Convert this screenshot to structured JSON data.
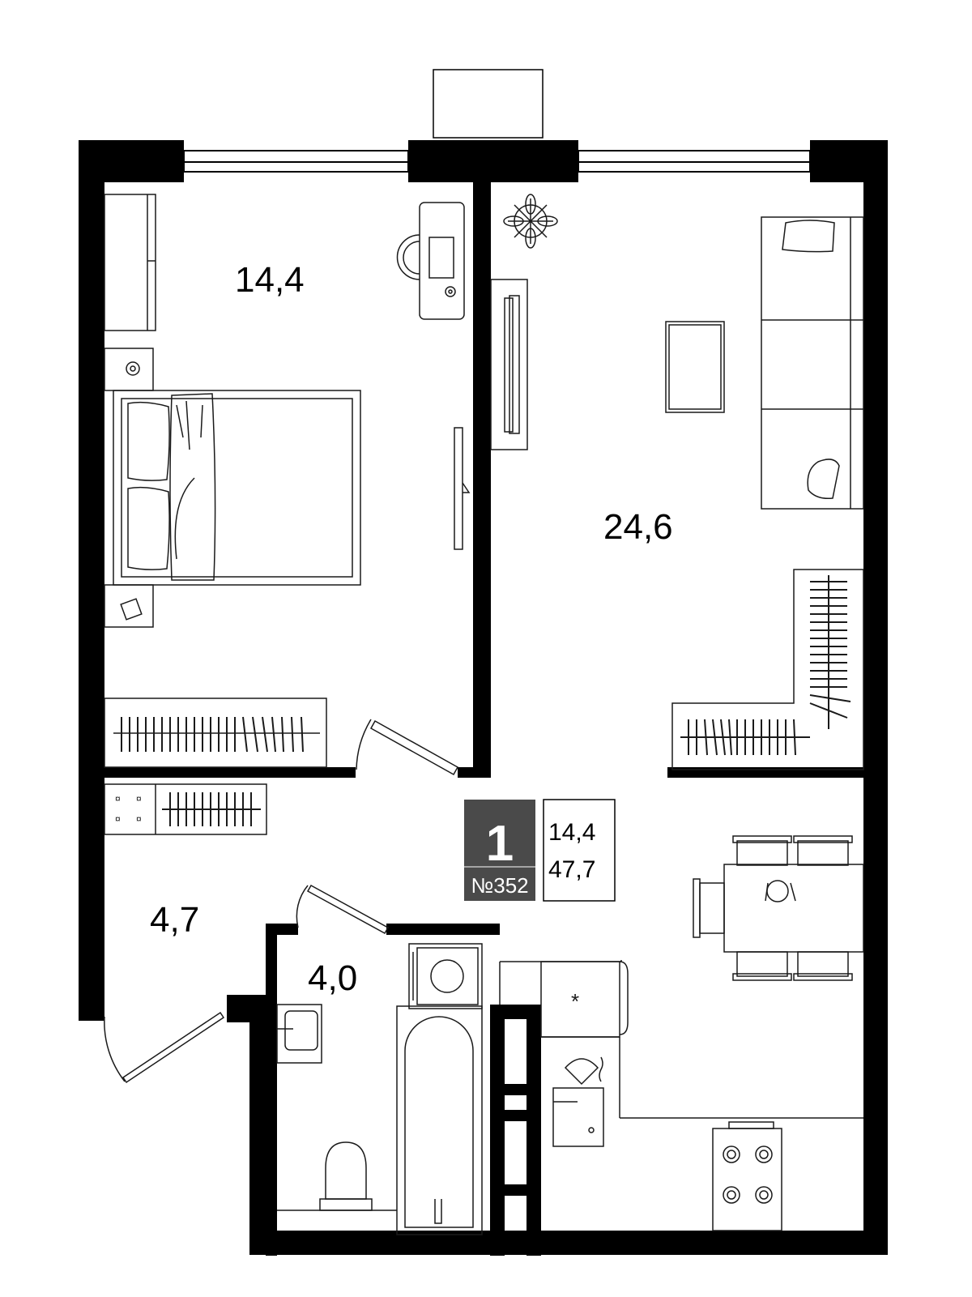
{
  "rooms": {
    "bedroom": {
      "area": "14,4"
    },
    "living": {
      "area": "24,6"
    },
    "hall": {
      "area": "4,7"
    },
    "bathroom": {
      "area": "4,0"
    }
  },
  "badge": {
    "rooms_count": "1",
    "apartment_number": "№352",
    "living_area": "14,4",
    "total_area": "47,7",
    "color": "#4a4a4a"
  },
  "colors": {
    "wall": "#000000",
    "furniture_stroke": "#1a1a1a",
    "background": "#ffffff"
  }
}
